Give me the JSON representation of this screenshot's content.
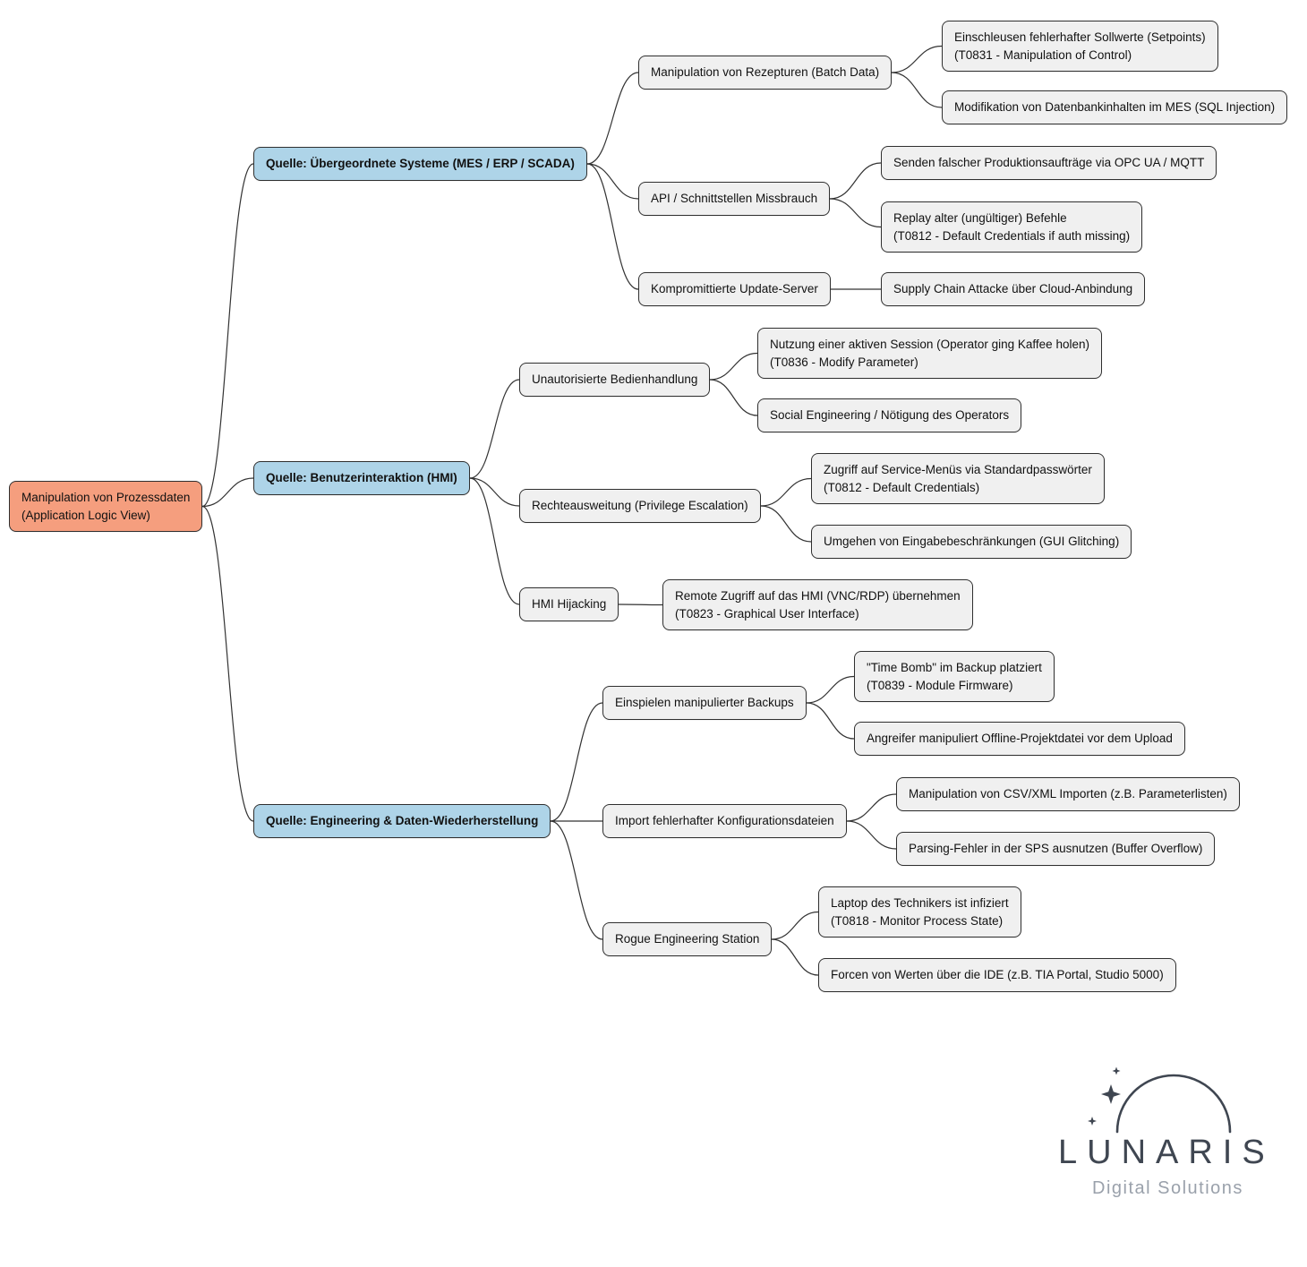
{
  "colors": {
    "root_fill": "#f59e7e",
    "branch_fill": "#aed4e8",
    "node_fill": "#f0f0f0",
    "border": "#2f2f2f",
    "connector": "#333333"
  },
  "tree": {
    "root": {
      "label": "Manipulation von Prozessdaten\n(Application Logic View)"
    },
    "branches": [
      {
        "label": "Quelle: Übergeordnete Systeme (MES / ERP / SCADA)",
        "children": [
          {
            "label": "Manipulation von Rezepturen (Batch Data)",
            "children": [
              {
                "label": "Einschleusen fehlerhafter Sollwerte (Setpoints)\n(T0831 - Manipulation of Control)"
              },
              {
                "label": "Modifikation von Datenbankinhalten im MES (SQL Injection)"
              }
            ]
          },
          {
            "label": "API / Schnittstellen Missbrauch",
            "children": [
              {
                "label": "Senden falscher Produktionsaufträge via OPC UA / MQTT"
              },
              {
                "label": "Replay alter (ungültiger) Befehle\n(T0812 - Default Credentials if auth missing)"
              }
            ]
          },
          {
            "label": "Kompromittierte Update-Server",
            "children": [
              {
                "label": "Supply Chain Attacke über Cloud-Anbindung"
              }
            ]
          }
        ]
      },
      {
        "label": "Quelle: Benutzerinteraktion (HMI)",
        "children": [
          {
            "label": "Unautorisierte Bedienhandlung",
            "children": [
              {
                "label": "Nutzung einer aktiven Session (Operator ging Kaffee holen)\n(T0836 - Modify Parameter)"
              },
              {
                "label": "Social Engineering / Nötigung des Operators"
              }
            ]
          },
          {
            "label": "Rechteausweitung (Privilege Escalation)",
            "children": [
              {
                "label": "Zugriff auf Service-Menüs via Standardpasswörter\n(T0812 - Default Credentials)"
              },
              {
                "label": "Umgehen von Eingabebeschränkungen (GUI Glitching)"
              }
            ]
          },
          {
            "label": "HMI Hijacking",
            "children": [
              {
                "label": "Remote Zugriff auf das HMI (VNC/RDP) übernehmen\n(T0823 - Graphical User Interface)"
              }
            ]
          }
        ]
      },
      {
        "label": "Quelle: Engineering & Daten-Wiederherstellung",
        "children": [
          {
            "label": "Einspielen manipulierter Backups",
            "children": [
              {
                "label": "\"Time Bomb\" im Backup platziert\n(T0839 - Module Firmware)"
              },
              {
                "label": "Angreifer manipuliert Offline-Projektdatei vor dem Upload"
              }
            ]
          },
          {
            "label": "Import fehlerhafter Konfigurationsdateien",
            "children": [
              {
                "label": "Manipulation von CSV/XML Importen (z.B. Parameterlisten)"
              },
              {
                "label": "Parsing-Fehler in der SPS ausnutzen (Buffer Overflow)"
              }
            ]
          },
          {
            "label": "Rogue Engineering Station",
            "children": [
              {
                "label": "Laptop des Technikers ist infiziert\n(T0818 - Monitor Process State)"
              },
              {
                "label": "Forcen von Werten über die IDE (z.B. TIA Portal, Studio 5000)"
              }
            ]
          }
        ]
      }
    ]
  },
  "logo": {
    "brand": "LUNARIS",
    "tagline": "Digital Solutions"
  }
}
